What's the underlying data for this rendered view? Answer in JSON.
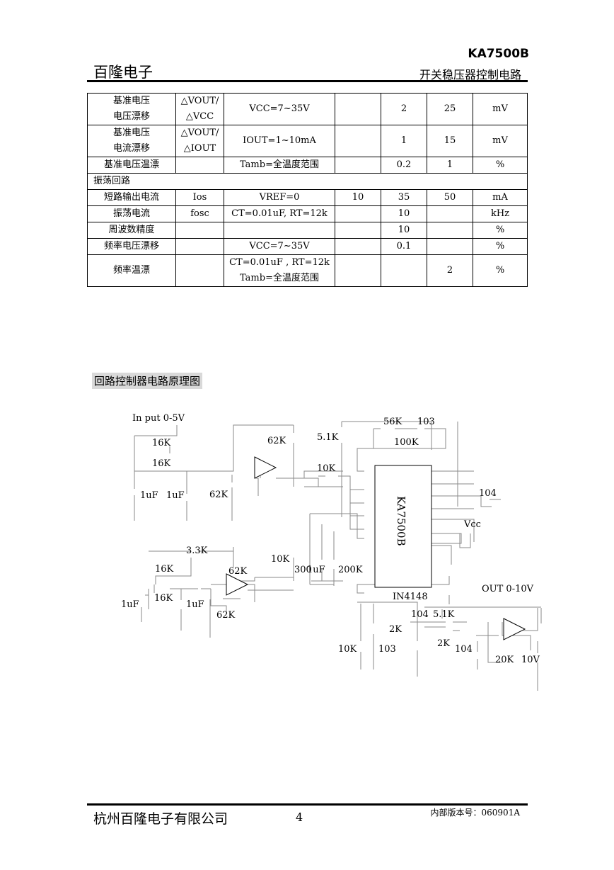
{
  "header": {
    "part_number": "KA7500B",
    "company": "百隆电子",
    "description": "开关稳压器控制电路"
  },
  "params_table": {
    "rows": [
      {
        "name": [
          "基准电压",
          "电压漂移"
        ],
        "symbol": [
          "△VOUT/",
          "△VCC"
        ],
        "condition": [
          "VCC=7~35V"
        ],
        "min": "",
        "typ": "2",
        "max": "25",
        "unit": "mV"
      },
      {
        "name": [
          "基准电压",
          "电流漂移"
        ],
        "symbol": [
          "△VOUT/",
          "△IOUT"
        ],
        "condition": [
          "IOUT=1~10mA"
        ],
        "min": "",
        "typ": "1",
        "max": "15",
        "unit": "mV"
      },
      {
        "name": [
          "基准电压温漂"
        ],
        "symbol": [
          ""
        ],
        "condition": [
          "Tamb=全温度范围"
        ],
        "min": "",
        "typ": "0.2",
        "max": "1",
        "unit": "%"
      },
      {
        "section": "振荡回路"
      },
      {
        "name": [
          "短路输出电流"
        ],
        "symbol": [
          "Ios"
        ],
        "condition": [
          "VREF=0"
        ],
        "min": "10",
        "typ": "35",
        "max": "50",
        "unit": "mA"
      },
      {
        "name": [
          "振荡电流"
        ],
        "symbol": [
          "fosc"
        ],
        "condition": [
          "CT=0.01uF, RT=12k"
        ],
        "min": "",
        "typ": "10",
        "max": "",
        "unit": "kHz"
      },
      {
        "name": [
          "周波数精度"
        ],
        "symbol": [
          ""
        ],
        "condition": [
          ""
        ],
        "min": "",
        "typ": "10",
        "max": "",
        "unit": "%"
      },
      {
        "name": [
          "频率电压漂移"
        ],
        "symbol": [
          ""
        ],
        "condition": [
          "VCC=7~35V"
        ],
        "min": "",
        "typ": "0.1",
        "max": "",
        "unit": "%"
      },
      {
        "name": [
          "频率温漂"
        ],
        "symbol": [
          ""
        ],
        "condition": [
          "CT=0.01uF , RT=12k",
          "Tamb=全温度范围"
        ],
        "min": "",
        "typ": "",
        "max": "2",
        "unit": "%"
      }
    ]
  },
  "schematic": {
    "title": "回路控制器电路原理图",
    "labels": {
      "input": "In put 0-5V",
      "ic": "KA7500B",
      "vcc": "Vcc",
      "output": "OUT 0-10V",
      "diode": "IN4148",
      "r16k_a": "16K",
      "r16k_b": "16K",
      "c1uf_a": "1uF",
      "c1uf_b": "1uF",
      "r62k_a": "62K",
      "r62k_top": "62K",
      "r51k": "5.1K",
      "r10k_in": "10K",
      "r56k": "56K",
      "c103_top": "103",
      "r100k": "100K",
      "c104_right": "104",
      "pot33k": "3.3K",
      "r16k_c": "16K",
      "r62k_c": "62K",
      "r10k_mid": "10K",
      "r16k_d": "16K",
      "c1uf_c": "1uF",
      "c1uf_d": "1uF",
      "r62k_d": "62K",
      "c300": "300",
      "c1uf_e": "1uF",
      "r200k": "200K",
      "c104_b": "104",
      "r51k_b": "5.1K",
      "r2k_a": "2K",
      "r2k_b": "2K",
      "c104_c": "104",
      "r10k_b": "10K",
      "c103_b": "103",
      "r20k": "20K",
      "zener": "10V"
    }
  },
  "footer": {
    "company": "杭州百隆电子有限公司",
    "page": "4",
    "version": "内部版本号：060901A"
  }
}
